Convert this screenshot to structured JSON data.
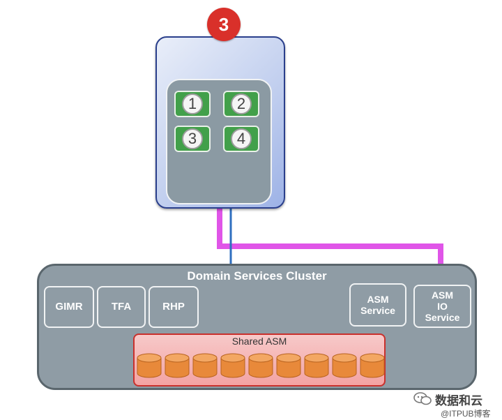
{
  "badge": {
    "label": "3"
  },
  "client": {
    "instances": [
      "1",
      "2",
      "3",
      "4"
    ]
  },
  "cluster": {
    "title": "Domain Services Cluster",
    "services": [
      "GIMR",
      "TFA",
      "RHP"
    ],
    "asm_service": [
      "ASM",
      "Service"
    ],
    "asm_io_service": [
      "ASM",
      "IO",
      "Service"
    ],
    "shared_asm": {
      "title": "Shared ASM",
      "disk_count": 9
    }
  },
  "watermark": {
    "line1": "数据和云",
    "line2": "@ITPUB博客"
  },
  "colors": {
    "badge": "#d9302a",
    "client_border": "#2a3f8c",
    "cluster_fill": "#8f9ca5",
    "instance_tile": "#42a04a",
    "link_magenta": "#e055e8",
    "link_blue": "#2f6fc0",
    "link_red": "#d4282a",
    "disk": "#e8893a"
  }
}
